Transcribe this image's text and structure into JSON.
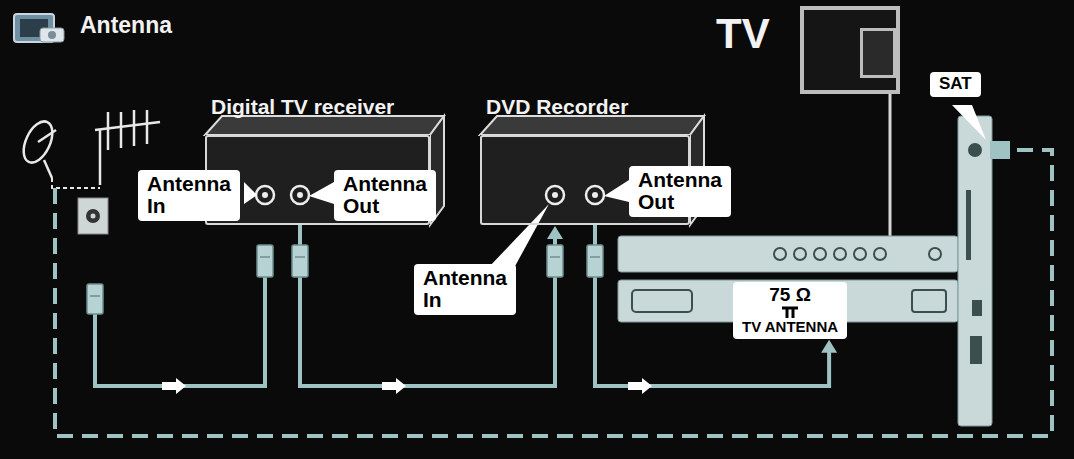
{
  "diagram": {
    "nodes": [
      {
        "text": [
          "Digital TV receiver"
        ]
      },
      {
        "text": [
          "DVD Recorder"
        ]
      },
      {
        "text": [
          "TV"
        ]
      },
      {
        "text": [
          "Antenna In"
        ]
      },
      {
        "text": [
          "Antenna Out"
        ]
      },
      {
        "text": [
          "Antenna In"
        ]
      },
      {
        "text": [
          "Antenna Out"
        ]
      },
      {
        "text": [
          "SAT"
        ]
      },
      {
        "text": [
          "75 Ω",
          "TV ANTENNA"
        ]
      }
    ],
    "edges": [
      {
        "from": 0,
        "to": 1,
        "arrow": "to"
      },
      {
        "from": 1,
        "to": 8,
        "arrow": "to"
      }
    ],
    "labels": [
      "Antenna"
    ]
  }
}
